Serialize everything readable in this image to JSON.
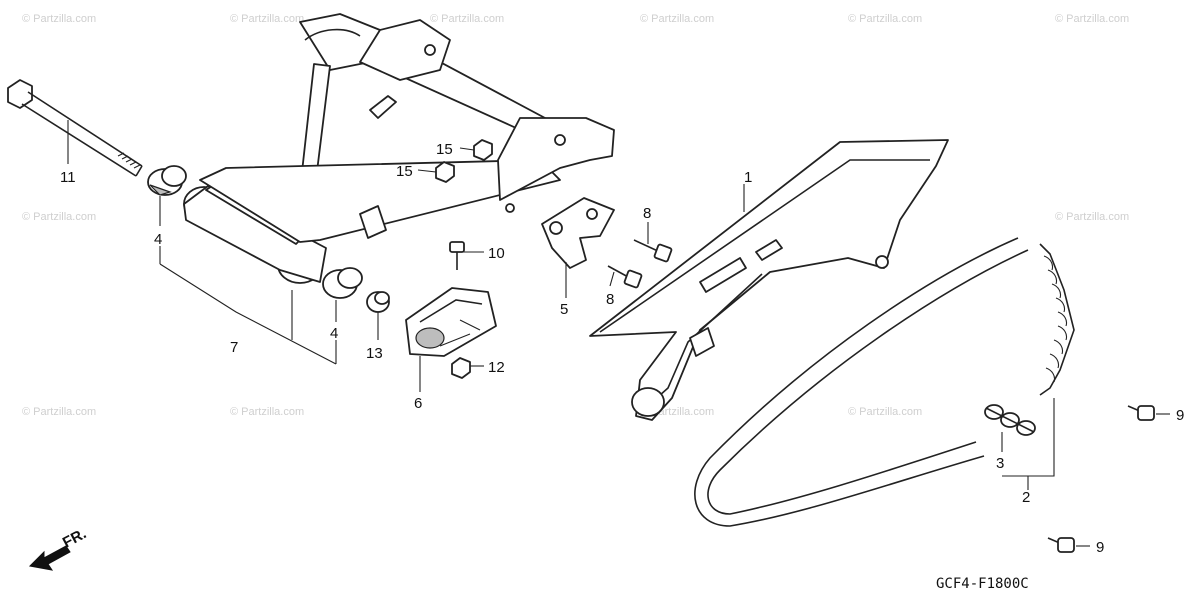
{
  "watermark_text": "© Partzilla.com",
  "diagram_code": "GCF4-F1800C",
  "front_indicator": "FR.",
  "callouts": [
    {
      "id": "c1",
      "label": "1"
    },
    {
      "id": "c2",
      "label": "2"
    },
    {
      "id": "c3",
      "label": "3"
    },
    {
      "id": "c4a",
      "label": "4"
    },
    {
      "id": "c4b",
      "label": "4"
    },
    {
      "id": "c5",
      "label": "5"
    },
    {
      "id": "c6",
      "label": "6"
    },
    {
      "id": "c7",
      "label": "7"
    },
    {
      "id": "c8a",
      "label": "8"
    },
    {
      "id": "c8b",
      "label": "8"
    },
    {
      "id": "c9a",
      "label": "9"
    },
    {
      "id": "c9b",
      "label": "9"
    },
    {
      "id": "c10",
      "label": "10"
    },
    {
      "id": "c11",
      "label": "11"
    },
    {
      "id": "c12",
      "label": "12"
    },
    {
      "id": "c13",
      "label": "13"
    },
    {
      "id": "c15a",
      "label": "15"
    },
    {
      "id": "c15b",
      "label": "15"
    }
  ]
}
